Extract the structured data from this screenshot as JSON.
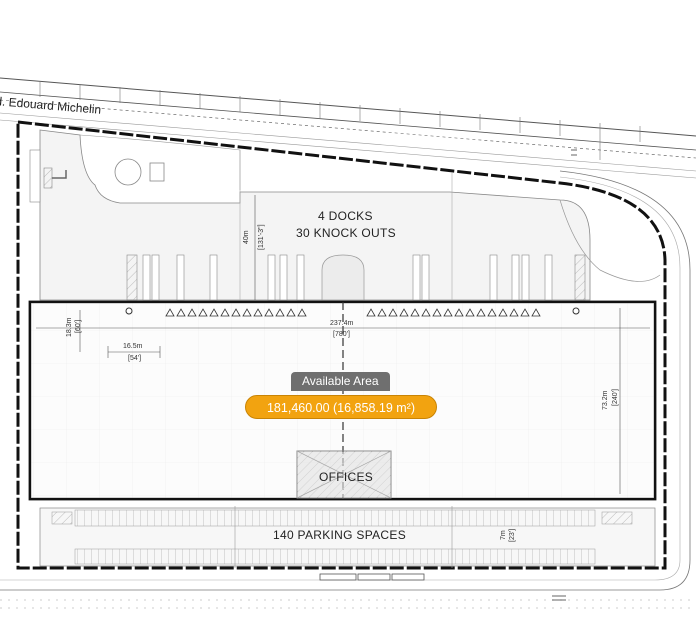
{
  "street": {
    "name": "d. Edouard Michelin"
  },
  "labels": {
    "docks": "4 DOCKS",
    "knock_outs": "30 KNOCK OUTS",
    "offices": "OFFICES",
    "parking": "140 PARKING SPACES"
  },
  "dimensions": {
    "dock_depth_m": "40m",
    "dock_depth_ft": "[131'-3\"]",
    "building_width_m": "237.4m",
    "building_width_ft": "[780']",
    "building_depth_m": "73.2m",
    "building_depth_ft": "[240']",
    "bay_width_m": "16.5m",
    "bay_width_ft": "[54']",
    "bay_depth_m": "18.3m",
    "bay_depth_ft": "[60']",
    "parking_depth_m": "7m",
    "parking_depth_ft": "[23']"
  },
  "area": {
    "tag": "Available Area",
    "value": "181,460.00 (16,858.19 m²)"
  },
  "colors": {
    "pill": "#f2a310",
    "tag": "#6f6f6f",
    "outline": "#111111",
    "linework": "#9a9a9a"
  }
}
